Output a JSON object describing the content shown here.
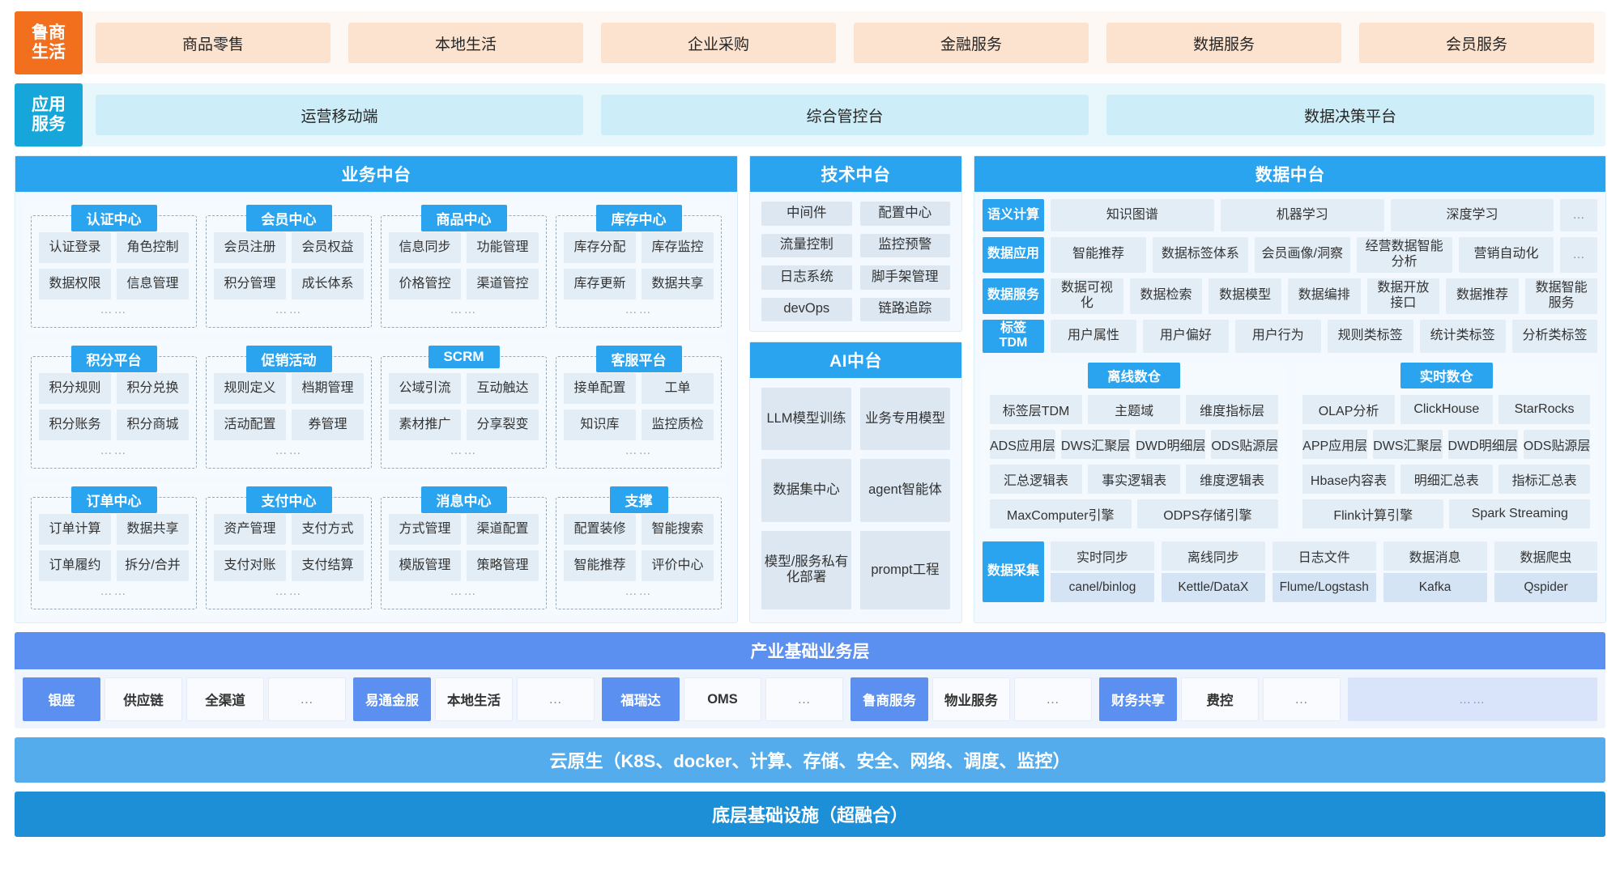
{
  "business_lines": {
    "badge": "鲁商\n生活",
    "items": [
      "商品零售",
      "本地生活",
      "企业采购",
      "金融服务",
      "数据服务",
      "会员服务"
    ]
  },
  "app_services": {
    "badge": "应用\n服务",
    "items": [
      "运营移动端",
      "综合管控台",
      "数据决策平台"
    ]
  },
  "business_platform": {
    "title": "业务中台",
    "rows": [
      [
        {
          "name": "认证中心",
          "cells": [
            "认证登录",
            "角色控制",
            "数据权限",
            "信息管理"
          ],
          "more": "……"
        },
        {
          "name": "会员中心",
          "cells": [
            "会员注册",
            "会员权益",
            "积分管理",
            "成长体系"
          ],
          "more": "……"
        },
        {
          "name": "商品中心",
          "cells": [
            "信息同步",
            "功能管理",
            "价格管控",
            "渠道管控"
          ],
          "more": "……"
        },
        {
          "name": "库存中心",
          "cells": [
            "库存分配",
            "库存监控",
            "库存更新",
            "数据共享"
          ],
          "more": "……"
        }
      ],
      [
        {
          "name": "积分平台",
          "cells": [
            "积分规则",
            "积分兑换",
            "积分账务",
            "积分商城"
          ],
          "more": "……"
        },
        {
          "name": "促销活动",
          "cells": [
            "规则定义",
            "档期管理",
            "活动配置",
            "券管理"
          ],
          "more": "……"
        },
        {
          "name": "SCRM",
          "cells": [
            "公域引流",
            "互动触达",
            "素材推广",
            "分享裂变"
          ],
          "more": "……"
        },
        {
          "name": "客服平台",
          "cells": [
            "接单配置",
            "工单",
            "知识库",
            "监控质检"
          ],
          "more": "……"
        }
      ],
      [
        {
          "name": "订单中心",
          "cells": [
            "订单计算",
            "数据共享",
            "订单履约",
            "拆分/合并"
          ],
          "more": "……"
        },
        {
          "name": "支付中心",
          "cells": [
            "资产管理",
            "支付方式",
            "支付对账",
            "支付结算"
          ],
          "more": "……"
        },
        {
          "name": "消息中心",
          "cells": [
            "方式管理",
            "渠道配置",
            "模版管理",
            "策略管理"
          ],
          "more": "……"
        },
        {
          "name": "支撑",
          "cells": [
            "配置装修",
            "智能搜索",
            "智能推荐",
            "评价中心"
          ],
          "more": "……"
        }
      ]
    ]
  },
  "tech_platform": {
    "title": "技术中台",
    "cells": [
      "中间件",
      "配置中心",
      "流量控制",
      "监控预警",
      "日志系统",
      "脚手架管理",
      "devOps",
      "链路追踪"
    ]
  },
  "ai_platform": {
    "title": "AI中台",
    "cells": [
      "LLM模型训练",
      "业务专用模型",
      "数据集中心",
      "agent智能体",
      "模型/服务私有化部署",
      "prompt工程"
    ]
  },
  "data_platform": {
    "title": "数据中台",
    "rows": [
      {
        "label": "语义计算",
        "cells": [
          "知识图谱",
          "机器学习",
          "深度学习"
        ],
        "ellipsis": "…"
      },
      {
        "label": "数据应用",
        "cells": [
          "智能推荐",
          "数据标签体系",
          "会员画像/洞察",
          "经营数据智能分析",
          "营销自动化"
        ],
        "ellipsis": "…"
      },
      {
        "label": "数据服务",
        "cells": [
          "数据可视化",
          "数据检索",
          "数据模型",
          "数据编排",
          "数据开放接口",
          "数据推荐",
          "数据智能服务"
        ],
        "ellipsis": ""
      },
      {
        "label": "标签\nTDM",
        "cells": [
          "用户属性",
          "用户偏好",
          "用户行为",
          "规则类标签",
          "统计类标签",
          "分析类标签"
        ],
        "ellipsis": ""
      }
    ],
    "warehouses": [
      {
        "name": "离线数仓",
        "rows": [
          [
            "标签层TDM",
            "主题域",
            "维度指标层"
          ],
          [
            "ADS应用层",
            "DWS汇聚层",
            "DWD明细层",
            "ODS贴源层"
          ],
          [
            "汇总逻辑表",
            "事实逻辑表",
            "维度逻辑表"
          ],
          [
            "MaxComputer引擎",
            "ODPS存储引擎"
          ]
        ]
      },
      {
        "name": "实时数仓",
        "rows": [
          [
            "OLAP分析",
            "ClickHouse",
            "StarRocks"
          ],
          [
            "APP应用层",
            "DWS汇聚层",
            "DWD明细层",
            "ODS贴源层"
          ],
          [
            "Hbase内容表",
            "明细汇总表",
            "指标汇总表"
          ],
          [
            "Flink计算引擎",
            "Spark Streaming"
          ]
        ]
      }
    ],
    "collect": {
      "label": "数据采集",
      "columns": [
        {
          "top": "实时同步",
          "bottom": "canel/binlog"
        },
        {
          "top": "离线同步",
          "bottom": "Kettle/DataX"
        },
        {
          "top": "日志文件",
          "bottom": "Flume/Logstash"
        },
        {
          "top": "数据消息",
          "bottom": "Kafka"
        },
        {
          "top": "数据爬虫",
          "bottom": "Qspider"
        }
      ]
    }
  },
  "industry_base": {
    "title": "产业基础业务层",
    "groups": [
      {
        "head": "银座",
        "cells": [
          "供应链",
          "全渠道",
          "…"
        ]
      },
      {
        "head": "易通金服",
        "cells": [
          "本地生活",
          "…"
        ]
      },
      {
        "head": "福瑞达",
        "cells": [
          "OMS",
          "…"
        ]
      },
      {
        "head": "鲁商服务",
        "cells": [
          "物业服务",
          "…"
        ]
      },
      {
        "head": "财务共享",
        "cells": [
          "费控",
          "…"
        ]
      }
    ],
    "spacer": "……"
  },
  "cloud_native": "云原生（K8S、docker、计算、存储、安全、网络、调度、监控）",
  "infrastructure": "底层基础设施（超融合）",
  "colors": {
    "orange": "#F2701D",
    "cyan": "#16A6DA",
    "blue": "#2BA4F0",
    "indigo": "#5B8FF0",
    "cloud": "#54ACEC",
    "infra": "#1C8FD6"
  }
}
